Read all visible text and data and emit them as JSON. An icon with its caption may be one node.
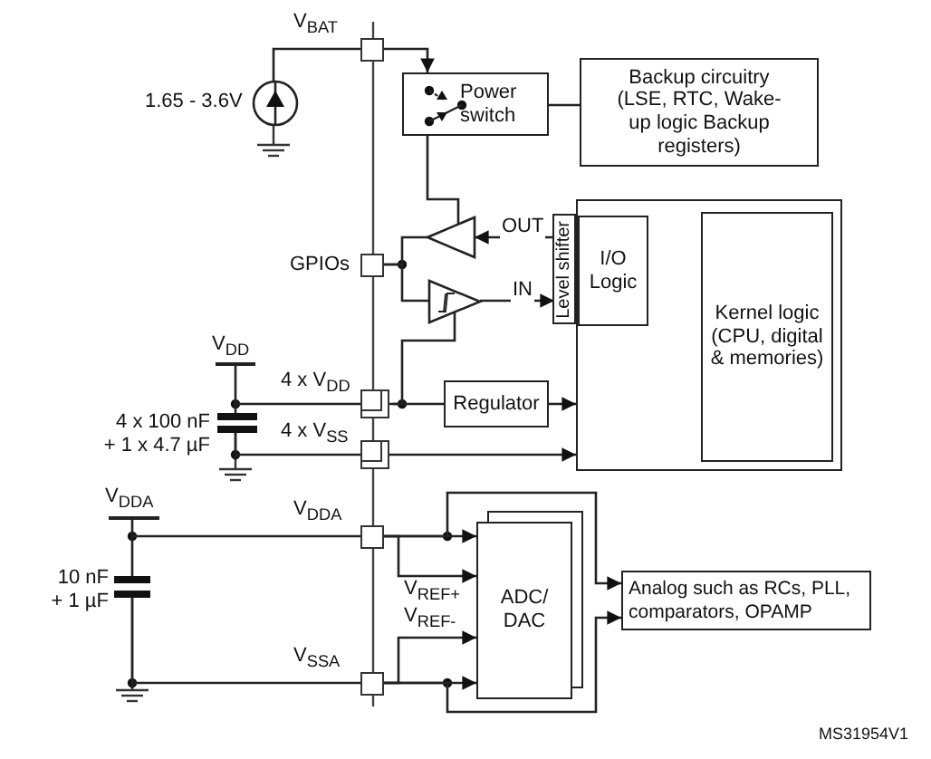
{
  "diagram": {
    "nodes": [
      {
        "text": [
          "V$_{BAT}$"
        ]
      },
      {
        "text": [
          "1.65 - 3.6V"
        ]
      },
      {
        "text": [
          "Power switch"
        ]
      },
      {
        "text": [
          "Backup circuitry (LSE, RTC, Wake-up logic Backup registers)"
        ]
      },
      {
        "text": [
          "GPIOs"
        ]
      },
      {
        "text": [],
        "shape": "triangle"
      },
      {
        "text": [],
        "shape": "triangle"
      },
      {
        "text": [
          "Level shifter"
        ]
      },
      {
        "text": [],
        "shape": "box"
      },
      {
        "text": [
          "I/O Logic"
        ],
        "in": 8
      },
      {
        "text": [
          "Kernel logic (CPU, digital & memories)"
        ],
        "in": 8
      },
      {
        "text": [
          "V$_{DD}$"
        ]
      },
      {
        "text": [
          "4 x 100 nF + 1 x 4.7 µF"
        ]
      },
      {
        "text": [
          "4 x V$_{DD}$"
        ]
      },
      {
        "text": [
          "4 x V$_{SS}$"
        ]
      },
      {
        "text": [
          "Regulator"
        ]
      },
      {
        "text": [
          "V$_{DDA}$"
        ]
      },
      {
        "text": [
          "10 nF + 1 µF"
        ]
      },
      {
        "text": [
          "V$_{DDA}$"
        ]
      },
      {
        "text": [
          "V$_{SSA}$"
        ]
      },
      {
        "text": [
          "ADC/ DAC"
        ]
      },
      {
        "text": [
          "Analog such as RCs, PLL, comparators, OPAMP"
        ]
      }
    ],
    "edges": [
      {
        "from": 1,
        "to": 0,
        "arrow": "none"
      },
      {
        "from": 0,
        "to": 2,
        "arrow": "to"
      },
      {
        "from": 2,
        "to": 3,
        "arrow": "none"
      },
      {
        "from": 2,
        "to": 5,
        "arrow": "none"
      },
      {
        "from": 7,
        "to": 5,
        "arrow": "to",
        "label": "OUT"
      },
      {
        "from": 5,
        "to": 4,
        "arrow": "none"
      },
      {
        "from": 4,
        "to": 6,
        "arrow": "none"
      },
      {
        "from": 6,
        "to": 7,
        "arrow": "to",
        "label": "IN"
      },
      {
        "from": 11,
        "to": 12,
        "arrow": "none"
      },
      {
        "from": 12,
        "to": 13,
        "arrow": "none"
      },
      {
        "from": 12,
        "to": 14,
        "arrow": "none"
      },
      {
        "from": 13,
        "to": 15,
        "arrow": "none"
      },
      {
        "from": 13,
        "to": 6,
        "arrow": "none"
      },
      {
        "from": 15,
        "to": 8,
        "arrow": "to"
      },
      {
        "from": 14,
        "to": 8,
        "arrow": "to"
      },
      {
        "from": 16,
        "to": 17,
        "arrow": "none"
      },
      {
        "from": 17,
        "to": 18,
        "arrow": "none"
      },
      {
        "from": 17,
        "to": 19,
        "arrow": "none"
      },
      {
        "from": 18,
        "to": 20,
        "arrow": "to"
      },
      {
        "from": 18,
        "to": 20,
        "arrow": "to",
        "label": "V$_{REF+}$"
      },
      {
        "from": 18,
        "to": 21,
        "arrow": "to"
      },
      {
        "from": 19,
        "to": 20,
        "arrow": "to",
        "label": "V$_{REF-}$"
      },
      {
        "from": 19,
        "to": 20,
        "arrow": "to"
      },
      {
        "from": 19,
        "to": 21,
        "arrow": "to"
      }
    ],
    "labels": [
      "MS31954V1"
    ]
  }
}
